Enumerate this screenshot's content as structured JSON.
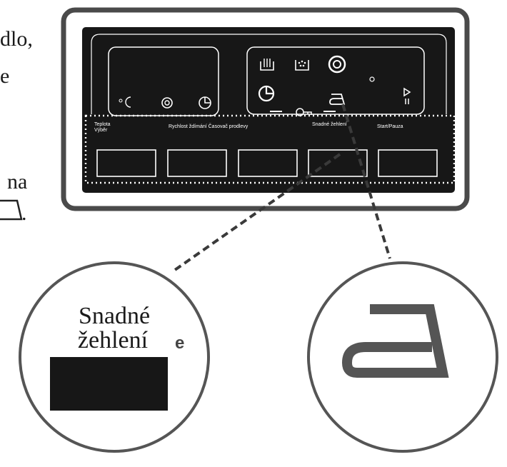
{
  "left_text_fragments": [
    "dlo,",
    "e",
    "na",
    "."
  ],
  "panel": {
    "labels": {
      "teplota_vyber": [
        "Teplota",
        "Výběr"
      ],
      "rychlost_zdimani_casovac": "Rychlost ždímání Časovač prodlevy",
      "snadne_zehleni": "Snadné žehlení",
      "start_pauza": "Start/Pauza"
    }
  },
  "zoom_left": {
    "label_line1": "Snadné",
    "label_line2": "žehlení",
    "marker": "e"
  },
  "icons": {
    "wash": "wash-tub-icon",
    "soak": "soak-icon",
    "spin": "spin-spiral-icon",
    "timer": "timer-icon",
    "key": "child-lock-key-icon",
    "iron": "iron-icon",
    "play_pause": "play-pause-icon",
    "temp_cold": "cold-moon-icon",
    "spiral": "spiral-icon",
    "clock": "clock-icon"
  },
  "colors": {
    "panel_bg": "#171717",
    "frame": "#4a4a4a",
    "line": "#ffffff",
    "iron": "#555555"
  }
}
